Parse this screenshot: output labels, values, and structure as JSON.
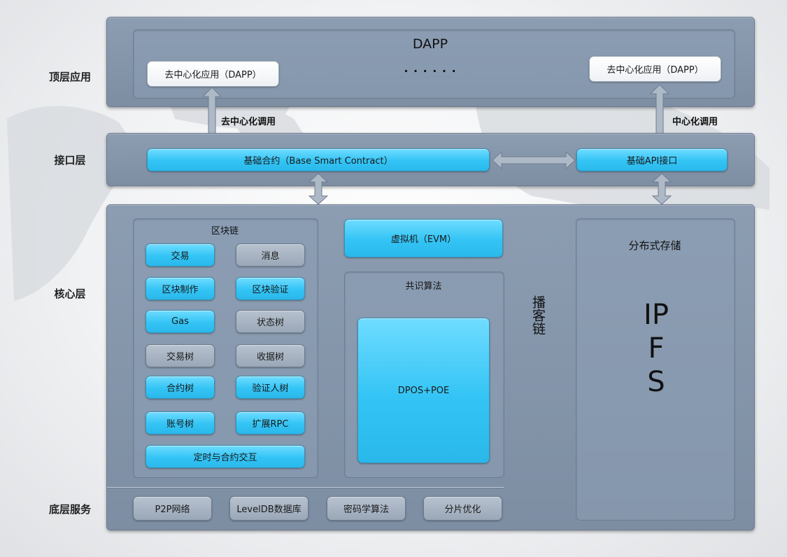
{
  "layers": {
    "top": "顶层应用",
    "interface": "接口层",
    "core": "核心层",
    "base": "底层服务"
  },
  "top_layer": {
    "title": "DAPP",
    "left_app": "去中心化应用（DAPP）",
    "ellipsis": "· · · · · ·",
    "right_app": "去中心化应用（DAPP）"
  },
  "calls": {
    "decentralized": "去中心化调用",
    "centralized": "中心化调用"
  },
  "interface_layer": {
    "base_contract": "基础合约（Base Smart Contract）",
    "base_api": "基础API接口"
  },
  "blockchain": {
    "title": "区块链",
    "items": [
      {
        "label": "交易",
        "style": "blue"
      },
      {
        "label": "消息",
        "style": "gray"
      },
      {
        "label": "区块制作",
        "style": "blue"
      },
      {
        "label": "区块验证",
        "style": "blue"
      },
      {
        "label": "Gas",
        "style": "blue"
      },
      {
        "label": "状态树",
        "style": "gray"
      },
      {
        "label": "交易树",
        "style": "gray"
      },
      {
        "label": "收据树",
        "style": "gray"
      },
      {
        "label": "合约树",
        "style": "blue"
      },
      {
        "label": "验证人树",
        "style": "blue"
      },
      {
        "label": "账号树",
        "style": "blue"
      },
      {
        "label": "扩展RPC",
        "style": "blue"
      }
    ],
    "wide_item": "定时与合约交互"
  },
  "vm": "虚拟机（EVM）",
  "consensus": {
    "title": "共识算法",
    "algorithm": "DPOS+POE"
  },
  "broadcast_chain": "播客链",
  "storage": {
    "title": "分布式存储",
    "ipfs": "IPFS"
  },
  "base_services": [
    "P2P网络",
    "LevelDB数据库",
    "密码学算法",
    "分片优化"
  ],
  "colors": {
    "panel": "#8596ab",
    "accent_blue": "#33c4f5",
    "item_gray": "#a8b4c3"
  }
}
